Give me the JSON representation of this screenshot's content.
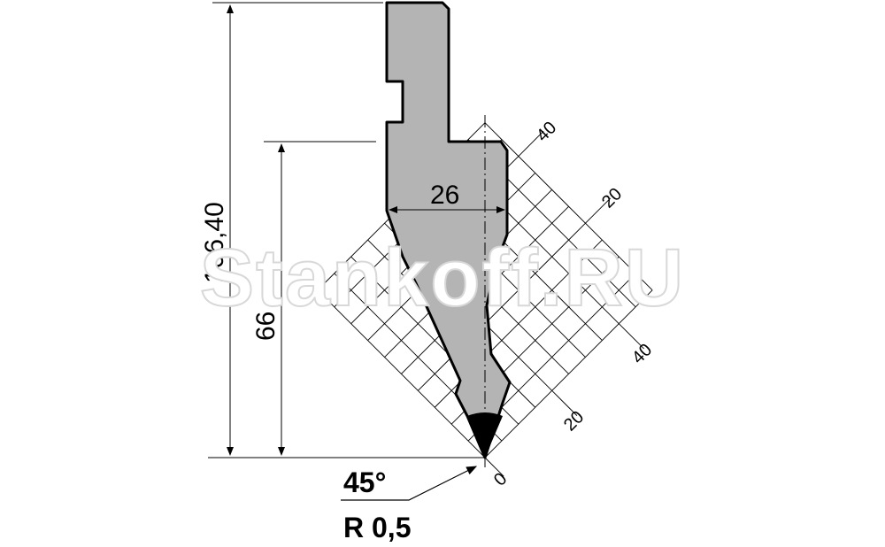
{
  "drawing": {
    "total_height": "106,40",
    "working_height": "66",
    "width": "26",
    "angle": "45°",
    "radius": "R 0,5",
    "grid_ticks_a": [
      "0",
      "20",
      "40"
    ],
    "grid_ticks_b": [
      "20",
      "40"
    ],
    "partial_tick": "c"
  },
  "watermark": "Stankoff.RU",
  "colors": {
    "punch_fill": "#b4b4b4",
    "tip_fill": "#000000",
    "line": "#000000"
  }
}
